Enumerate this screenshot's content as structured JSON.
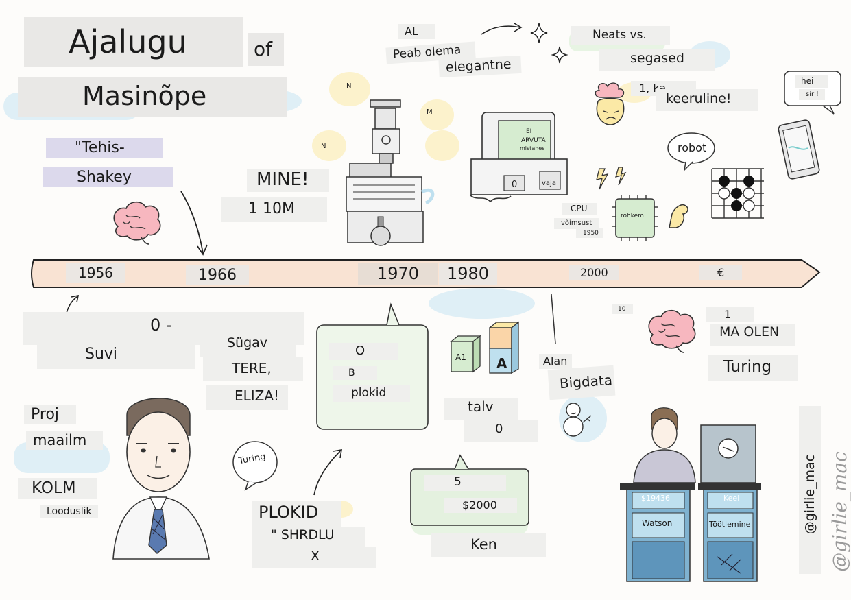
{
  "title": {
    "line1": "Ajalugu",
    "of": "of",
    "line2": "Masinõpe"
  },
  "timeline": {
    "years": [
      "1956",
      "1966",
      "1970",
      "1980",
      "2000",
      "€"
    ]
  },
  "top_labels": {
    "tehis": "\"Tehis-",
    "shakey": "Shakey",
    "mine": "MINE!",
    "mine_sub": "1 10M",
    "al": "AL",
    "peab_olema": "Peab olema",
    "elegantne": "elegantne",
    "neats": "Neats vs.",
    "segased": "segased",
    "one_ka": "1, ka",
    "keeruline": "keeruline!",
    "hei": "hei",
    "siri": "siri!",
    "robot": "robot",
    "cpu": "CPU",
    "voimsust": "võimsust",
    "year_1950": "1950",
    "rohkem": "rohkem",
    "computer_screen_1": "EI",
    "computer_screen_2": "ARVUTA",
    "computer_screen_3": "mistahes",
    "computer_zero": "0",
    "computer_vaja": "vaja",
    "robot_n1": "N",
    "robot_m": "M",
    "robot_n2": "N"
  },
  "bottom_labels": {
    "zero_dash": "0 -",
    "suvi": "Suvi",
    "sugav": "Sügav",
    "tere": "TERE,",
    "eliza": "ELIZA!",
    "proj": "Proj",
    "maailm": "maailm",
    "kolm": "KOLM",
    "looduslik": "Looduslik",
    "turing_bubble": "Turing",
    "plokid_title": "PLOKID",
    "shrdlu": "\" SHRDLU",
    "x": "X",
    "box_o": "O",
    "box_b": "B",
    "box_plokid": "plokid",
    "cube_a1": "A1",
    "cube_a": "A",
    "talv": "talv",
    "talv_zero": "0",
    "five": "5",
    "dollars_2000": "$2000",
    "ken": "Ken",
    "alan": "Alan",
    "bigdata": "Bigdata",
    "ten": "10",
    "one": "1",
    "ma_olen": "MA OLEN",
    "turing_right": "Turing",
    "score_19436": "$19436",
    "watson": "Watson",
    "keel": "Keel",
    "tootlemine": "Töötlemine",
    "handle1": "@girlie_mac",
    "handle2": "@girlie_mac"
  },
  "colors": {
    "timeline_fill": "#f9e3d3",
    "blue_wash": "#bfe0ef",
    "yellow_wash": "#fbe9a6",
    "green_wash": "#d6ecd0",
    "pink_brain": "#f7b7bf"
  }
}
